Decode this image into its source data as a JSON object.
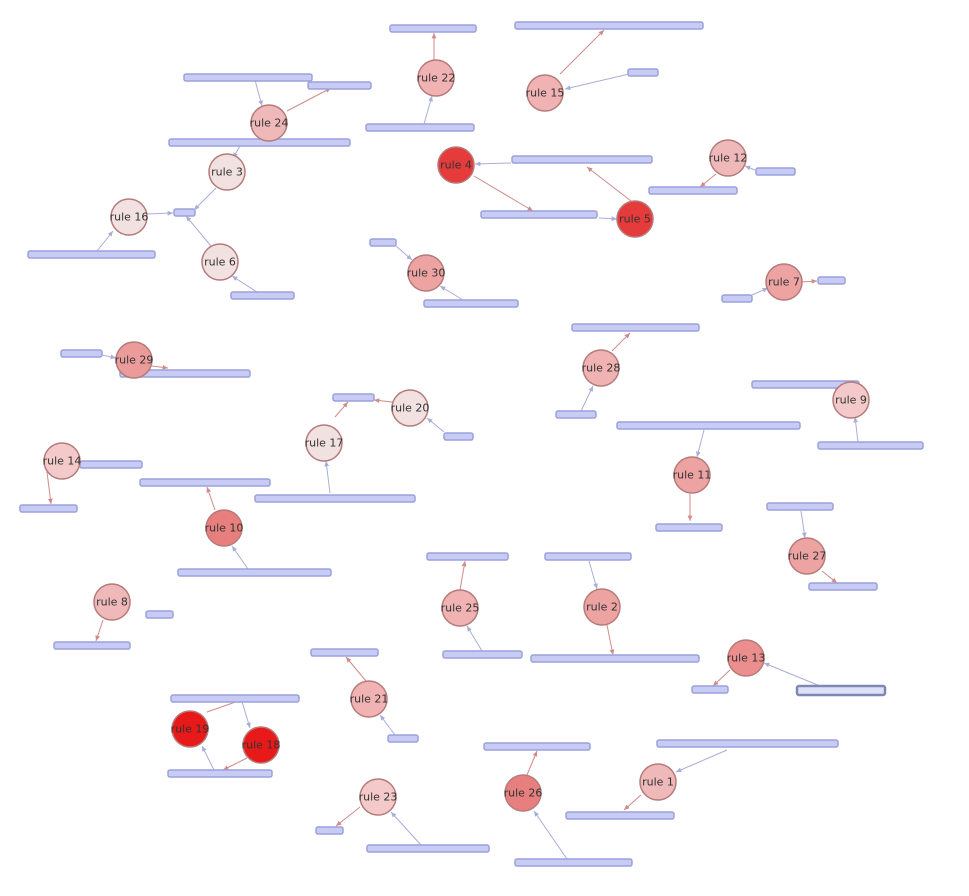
{
  "colors": {
    "bar_fill": "#c8ccf4",
    "bar_stroke": "#9aa2dc",
    "edge_in": "#a9aed8",
    "edge_out": "#d08a8a",
    "node_stroke": "#b57a7a"
  },
  "rules": [
    {
      "id": "rule1",
      "label": "rule 1",
      "color": "#f0b9b9"
    },
    {
      "id": "rule2",
      "label": "rule 2",
      "color": "#eea3a3"
    },
    {
      "id": "rule3",
      "label": "rule 3",
      "color": "#f1e1e1"
    },
    {
      "id": "rule4",
      "label": "rule 4",
      "color": "#e53b3b"
    },
    {
      "id": "rule5",
      "label": "rule 5",
      "color": "#e53b3b"
    },
    {
      "id": "rule6",
      "label": "rule 6",
      "color": "#f1e1e1"
    },
    {
      "id": "rule7",
      "label": "rule 7",
      "color": "#eea3a3"
    },
    {
      "id": "rule8",
      "label": "rule 8",
      "color": "#f0b9b9"
    },
    {
      "id": "rule9",
      "label": "rule 9",
      "color": "#f3c9c9"
    },
    {
      "id": "rule10",
      "label": "rule 10",
      "color": "#e77f7f"
    },
    {
      "id": "rule11",
      "label": "rule 11",
      "color": "#eea3a3"
    },
    {
      "id": "rule12",
      "label": "rule 12",
      "color": "#f0b9b9"
    },
    {
      "id": "rule13",
      "label": "rule 13",
      "color": "#ec8e8e"
    },
    {
      "id": "rule14",
      "label": "rule 14",
      "color": "#f3c9c9"
    },
    {
      "id": "rule15",
      "label": "rule 15",
      "color": "#f0b2b2"
    },
    {
      "id": "rule16",
      "label": "rule 16",
      "color": "#f1e1e1"
    },
    {
      "id": "rule17",
      "label": "rule 17",
      "color": "#f1e1e1"
    },
    {
      "id": "rule18",
      "label": "rule 18",
      "color": "#e81919"
    },
    {
      "id": "rule19",
      "label": "rule 19",
      "color": "#e81919"
    },
    {
      "id": "rule20",
      "label": "rule 20",
      "color": "#f1e1e1"
    },
    {
      "id": "rule21",
      "label": "rule 21",
      "color": "#f0b2b2"
    },
    {
      "id": "rule22",
      "label": "rule 22",
      "color": "#f0b2b2"
    },
    {
      "id": "rule23",
      "label": "rule 23",
      "color": "#f3c9c9"
    },
    {
      "id": "rule24",
      "label": "rule 24",
      "color": "#f0b9b9"
    },
    {
      "id": "rule25",
      "label": "rule 25",
      "color": "#f0b2b2"
    },
    {
      "id": "rule26",
      "label": "rule 26",
      "color": "#e77f7f"
    },
    {
      "id": "rule27",
      "label": "rule 27",
      "color": "#eea3a3"
    },
    {
      "id": "rule28",
      "label": "rule 28",
      "color": "#f0b2b2"
    },
    {
      "id": "rule29",
      "label": "rule 29",
      "color": "#ec9b9b"
    },
    {
      "id": "rule30",
      "label": "rule 30",
      "color": "#eea3a3"
    }
  ]
}
